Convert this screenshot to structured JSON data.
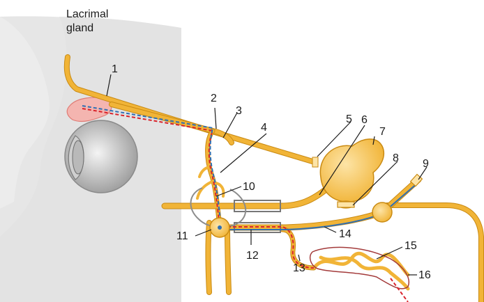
{
  "title": "Lacrimal gland",
  "labels": {
    "n1": "1",
    "n2": "2",
    "n3": "3",
    "n4": "4",
    "n5": "5",
    "n6": "6",
    "n7": "7",
    "n8": "8",
    "n9": "9",
    "n10": "10",
    "n11": "11",
    "n12": "12",
    "n13": "13",
    "n14": "14",
    "n15": "15",
    "n16": "16"
  },
  "colors": {
    "nerve": "#f1b437",
    "nerve_edge": "#c98a12",
    "sympathetic": "#d9232b",
    "parasympathetic": "#2f6fb3",
    "gland": "#f4b5b0",
    "head": "#e6e6e6"
  }
}
